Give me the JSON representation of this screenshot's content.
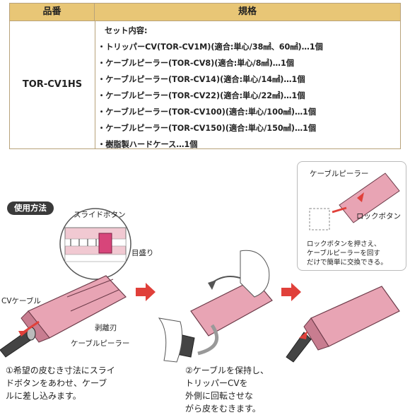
{
  "table": {
    "col_model": "品番",
    "col_spec": "規格",
    "model": "TOR-CV1HS",
    "set_title": "セット内容:",
    "items": [
      "・トリッパーCV(TOR-CV1M)(適合:単心/38㎟、60㎟)…1個",
      "・ケーブルピーラー(TOR-CV8)(適合:単心/8㎟)…1個",
      "・ケーブルピーラー(TOR-CV14)(適合:単心/14㎟)…1個",
      "・ケーブルピーラー(TOR-CV22)(適合:単心/22㎟)…1個",
      "・ケーブルピーラー(TOR-CV100)(適合:単心/100㎟)…1個",
      "・ケーブルピーラー(TOR-CV150)(適合:単心/150㎟)…1個",
      "・樹脂製ハードケース…1個"
    ]
  },
  "usage": {
    "badge": "使用方法",
    "labels": {
      "slide_button": "スライドボタン",
      "scale": "目盛り",
      "cv_cable": "CVケーブル",
      "blade": "剥離刃",
      "cable_peeler": "ケーブルピーラー",
      "inset_peeler": "ケーブルピーラー",
      "lock_button": "ロックボタン"
    },
    "step1": [
      "①希望の皮むき寸法にスライ",
      "ドボタンをあわせ、ケーブ",
      "ルに差し込みます。"
    ],
    "step2": [
      "②ケーブルを保持し、",
      "トリッパーCVを",
      "外側に回転させな",
      "がら皮をむきます。"
    ],
    "note": [
      "ロックボタンを押さえ、",
      "ケーブルピーラーを回す",
      "だけで簡単に交換できる。"
    ]
  },
  "colors": {
    "header_bg": "#e8c676",
    "tool_pink": "#e8a4b4",
    "arrow_red": "#e0403a"
  }
}
